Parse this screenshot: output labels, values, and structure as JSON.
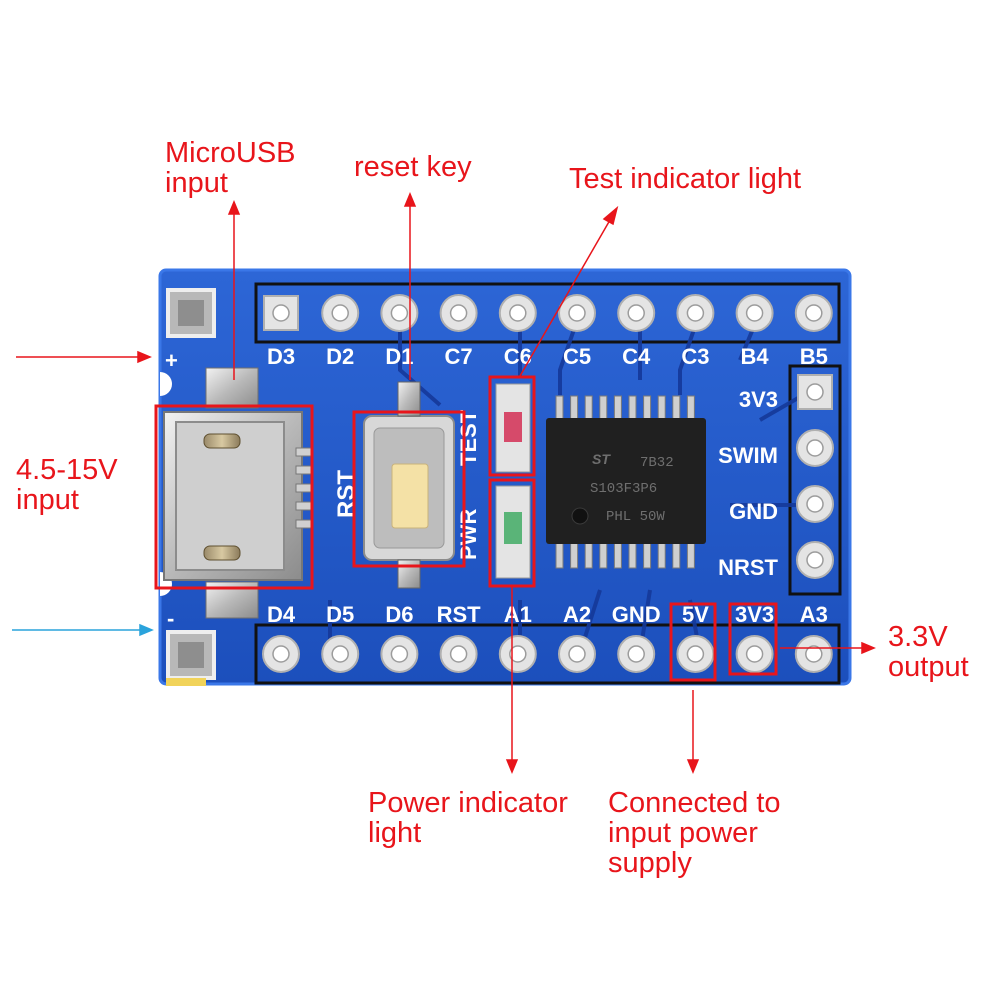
{
  "board": {
    "top_pins": [
      "D3",
      "D2",
      "D1",
      "C7",
      "C6",
      "C5",
      "C4",
      "C3",
      "B4",
      "B5"
    ],
    "bottom_pins": [
      "D4",
      "D5",
      "D6",
      "RST",
      "A1",
      "A2",
      "GND",
      "5V",
      "3V3",
      "A3"
    ],
    "side_pins": [
      "3V3",
      "SWIM",
      "GND",
      "NRST"
    ],
    "plus_label": "+",
    "minus_label": "-",
    "rst_label": "RST",
    "pwr_label": "PWR",
    "test_label": "TEST",
    "chip_text": [
      "7B32",
      "S103F3P6",
      "PHL 50W"
    ]
  },
  "callouts": {
    "microusb": [
      "MicroUSB",
      "input"
    ],
    "reset": [
      "reset key"
    ],
    "test_led": [
      "Test indicator light"
    ],
    "vin": [
      "4.5-15V",
      "input"
    ],
    "out33": [
      "3.3V",
      "output"
    ],
    "pwr_led": [
      "Power indicator",
      "light"
    ],
    "five_v": [
      "Connected to",
      "input power",
      "supply"
    ]
  },
  "colors": {
    "pcb": "#1f56c4",
    "pcb_dark": "#15399a",
    "pcb_edge": "#3a77e8",
    "annotation": "#e8151b",
    "blue_arrow": "#2aa3dc",
    "pad": "#e4e4e4",
    "silk": "#ffffff"
  }
}
